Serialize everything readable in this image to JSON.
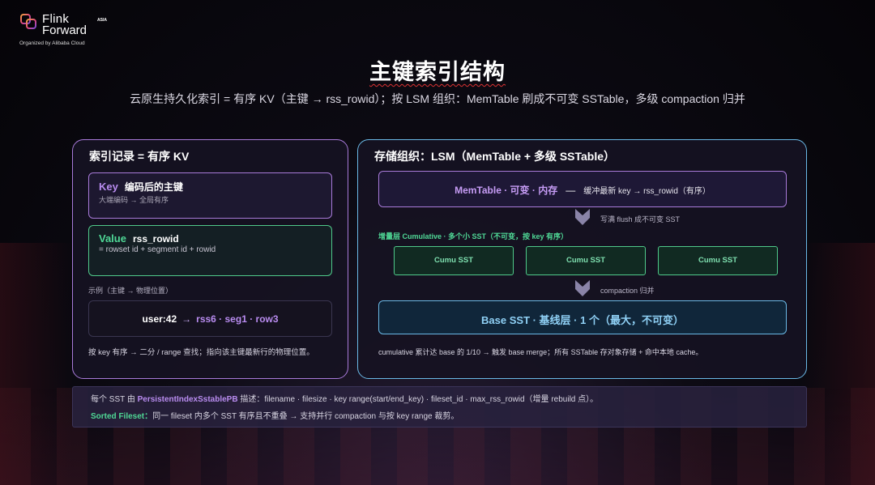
{
  "logo": {
    "line1": "Flink",
    "asia": "ASIA",
    "line2": "Forward",
    "organizer": "Organized by Alibaba Cloud"
  },
  "title": "主键索引结构",
  "subtitle": "云原生持久化索引 = 有序 KV（主键 → rss_rowid）；按 LSM 组织：MemTable 刷成不可变 SSTable，多级 compaction 归并",
  "left_panel": {
    "title": "索引记录 = 有序 KV",
    "key_box": {
      "label": "Key",
      "desc": "编码后的主键",
      "sub": "大端编码 → 全局有序"
    },
    "value_box": {
      "label": "Value",
      "desc": "rss_rowid",
      "sub": "= rowset id + segment id + rowid"
    },
    "example_label": "示例（主键 → 物理位置）",
    "example": {
      "key": "user:42",
      "arrow": "→",
      "value": "rss6 · seg1 · row3"
    },
    "footer": "按 key 有序 → 二分 / range 查找；指向该主键最新行的物理位置。"
  },
  "right_panel": {
    "title": "存储组织：LSM（MemTable + 多级 SSTable）",
    "memtable": {
      "name": "MemTable · 可变 · 内存",
      "dash": "—",
      "desc": "缓冲最新 key → rss_rowid（有序）"
    },
    "flush_note": "写满 flush 成不可变 SST",
    "cumulative_title": "增量层 Cumulative · 多个小 SST（不可变，按 key 有序）",
    "cumu_boxes": [
      "Cumu SST",
      "Cumu SST",
      "Cumu SST"
    ],
    "compaction_note": "compaction 归并",
    "base": "Base SST · 基线层 · 1 个（最大，不可变）",
    "footer": "cumulative 累计达 base 的 1/10 → 触发 base merge；所有 SSTable 存对象存储 + 命中本地 cache。"
  },
  "bottom_panel": {
    "line1_pre": "每个 SST 由 ",
    "line1_hl": "PersistentIndexSstablePB",
    "line1_post": " 描述：filename · filesize · key range(start/end_key) · fileset_id · max_rss_rowid（增量 rebuild 点）。",
    "line2_hl": "Sorted Fileset：",
    "line2_post": "同一 fileset 内多个 SST 有序且不重叠 → 支持并行 compaction 与按 key range 裁剪。"
  },
  "colors": {
    "purple": "#a87ad9",
    "green": "#4fc98a",
    "blue": "#6ab9e6"
  }
}
